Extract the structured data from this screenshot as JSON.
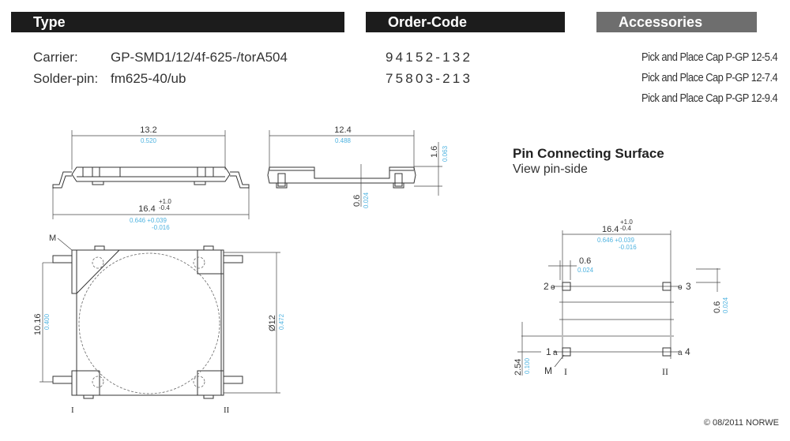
{
  "headers": {
    "type": "Type",
    "order_code": "Order-Code",
    "accessories": "Accessories"
  },
  "type_rows": [
    {
      "label": "Carrier:",
      "value": "GP-SMD1/12/4f-625-/torA504",
      "order_code": "94152-132"
    },
    {
      "label": "Solder-pin:",
      "value": "fm625-40/ub",
      "order_code": "75803-213"
    }
  ],
  "accessories": [
    "Pick and Place Cap P-GP 12-5.4",
    "Pick and Place Cap P-GP 12-7.4",
    "Pick and Place Cap P-GP 12-9.4"
  ],
  "pin_surface": {
    "title": "Pin Connecting Surface",
    "subtitle": "View pin-side"
  },
  "dimensions": {
    "side_top_mm": "13.2",
    "side_top_in": "0.520",
    "side_total_mm": "16.4",
    "side_total_tol_plus": "+1.0",
    "side_total_tol_minus": "-0.4",
    "side_total_in": "0.646 +0.039",
    "side_total_in_minus": "-0.016",
    "front_top_mm": "12.4",
    "front_top_in": "0.488",
    "front_height_mm": "1.6",
    "front_height_in": "0.063",
    "front_pin_mm": "0.6",
    "front_pin_in": "0.024",
    "plan_pitch_mm": "10.16",
    "plan_pitch_in": "0.400",
    "plan_diameter_mm": "Ø12",
    "plan_diameter_in": "0.472",
    "plan_marker": "M",
    "plan_row1": "I",
    "plan_row2": "II",
    "pin_total_mm": "16.4",
    "pin_total_tol_plus": "+1.0",
    "pin_total_tol_minus": "-0.4",
    "pin_total_in": "0.646 +0.039",
    "pin_total_in_minus": "-0.016",
    "pin_width_mm": "0.6",
    "pin_width_in": "0.024",
    "pin_side_mm": "0.6",
    "pin_side_in": "0.024",
    "pin_pitch_mm": "2.54",
    "pin_pitch_in": "0.100",
    "pin_labels": [
      "1",
      "2",
      "3",
      "4"
    ],
    "pin_marker": "M",
    "pin_row1": "I",
    "pin_row2": "II"
  },
  "copyright": "© 08/2011 NORWE",
  "colors": {
    "header_dark": "#1c1c1c",
    "header_grey": "#6e6e6e",
    "inch_blue": "#4fb3e0"
  }
}
